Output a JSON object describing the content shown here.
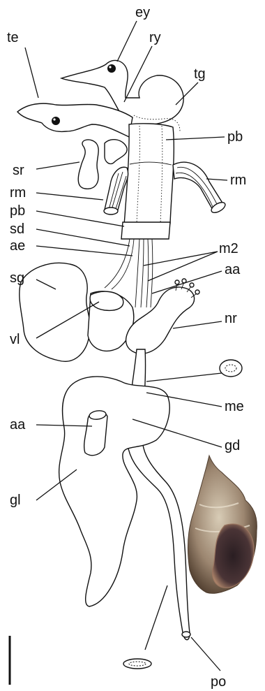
{
  "labels": {
    "te": "te",
    "ey": "ey",
    "ry": "ry",
    "tg": "tg",
    "pb_top": "pb",
    "sr": "sr",
    "rm_left": "rm",
    "rm_right": "rm",
    "pb_mid": "pb",
    "sd": "sd",
    "ae": "ae",
    "m2": "m2",
    "aa_top": "aa",
    "sg": "sg",
    "nr": "nr",
    "vl": "vl",
    "me": "me",
    "aa_bottom": "aa",
    "gd": "gd",
    "gl": "gl",
    "po": "po"
  },
  "colors": {
    "ink": "#111111",
    "shell_dark": "#5a4636",
    "shell_light": "#cdbfa9",
    "aperture": "#3a2a2a"
  },
  "scale_bar": "scale-bar"
}
